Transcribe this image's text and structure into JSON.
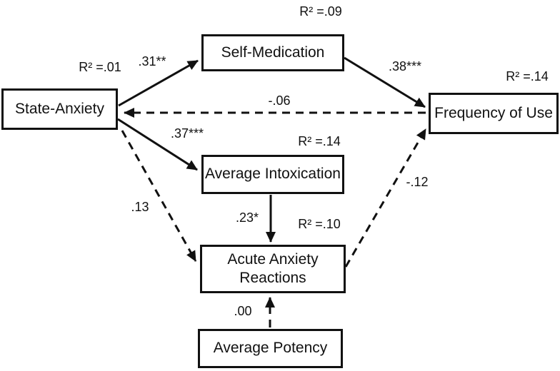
{
  "diagram": {
    "nodes": {
      "state_anxiety": {
        "label": "State-Anxiety",
        "r2": "R² =.01"
      },
      "self_medication": {
        "label": "Self-Medication",
        "r2": "R² =.09"
      },
      "frequency_of_use": {
        "label": "Frequency of Use",
        "r2": "R² =.14"
      },
      "average_intoxication": {
        "label": "Average Intoxication",
        "r2": "R² =.14"
      },
      "acute_anxiety_reactions": {
        "label": "Acute Anxiety Reactions",
        "r2": "R² =.10"
      },
      "average_potency": {
        "label": "Average Potency"
      }
    },
    "paths": {
      "state_to_selfmed": {
        "coef": ".31**",
        "style": "solid",
        "from": "state_anxiety",
        "to": "self_medication"
      },
      "selfmed_to_freq": {
        "coef": ".38***",
        "style": "solid",
        "from": "self_medication",
        "to": "frequency_of_use"
      },
      "freq_to_state": {
        "coef": "-.06",
        "style": "dashed",
        "from": "frequency_of_use",
        "to": "state_anxiety"
      },
      "state_to_intox": {
        "coef": ".37***",
        "style": "solid",
        "from": "state_anxiety",
        "to": "average_intoxication"
      },
      "intox_to_acute": {
        "coef": ".23*",
        "style": "solid",
        "from": "average_intoxication",
        "to": "acute_anxiety_reactions"
      },
      "state_to_acute": {
        "coef": ".13",
        "style": "dashed",
        "from": "state_anxiety",
        "to": "acute_anxiety_reactions"
      },
      "acute_to_freq": {
        "coef": "-.12",
        "style": "dashed",
        "from": "acute_anxiety_reactions",
        "to": "frequency_of_use"
      },
      "potency_to_acute": {
        "coef": ".00",
        "style": "dashed",
        "from": "average_potency",
        "to": "acute_anxiety_reactions"
      }
    },
    "colors": {
      "line": "#111111",
      "text": "#111111",
      "background": "#ffffff"
    }
  }
}
